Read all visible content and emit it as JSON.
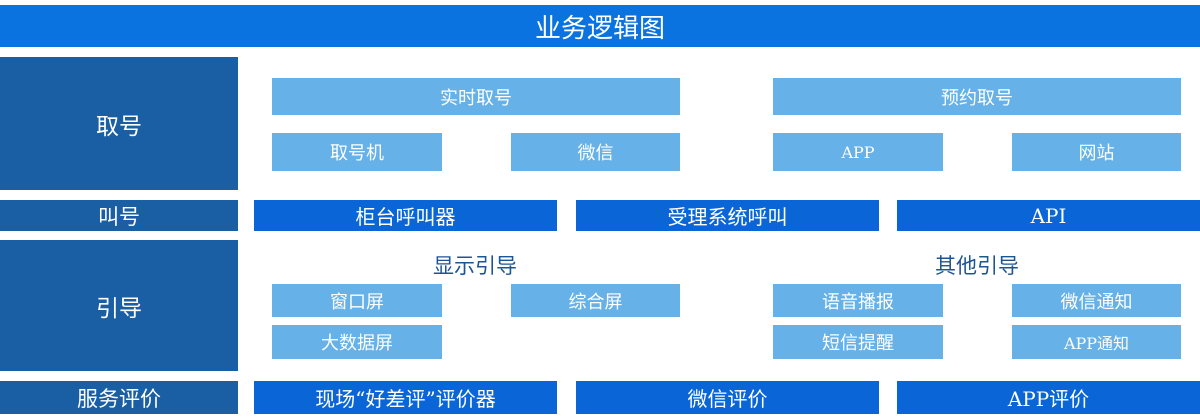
{
  "title": "业务逻辑图",
  "rows": {
    "take_number": {
      "label": "取号",
      "realtime": {
        "title": "实时取号",
        "items": [
          "取号机",
          "微信"
        ]
      },
      "appointment": {
        "title": "预约取号",
        "items": [
          "APP",
          "网站"
        ]
      }
    },
    "call_number": {
      "label": "叫号",
      "items": [
        "柜台呼叫器",
        "受理系统呼叫",
        "API"
      ]
    },
    "guide": {
      "label": "引导",
      "display": {
        "title": "显示引导",
        "items": [
          "窗口屏",
          "综合屏",
          "大数据屏"
        ]
      },
      "other": {
        "title": "其他引导",
        "items": [
          "语音播报",
          "微信通知",
          "短信提醒",
          "APP通知"
        ]
      }
    },
    "evaluation": {
      "label": "服务评价",
      "items": [
        "现场“好差评”评价器",
        "微信评价",
        "APP评价"
      ]
    }
  },
  "colors": {
    "title_bar": "#0a73e0",
    "label_box": "#1a5fa3",
    "light_box": "#65b1e8",
    "blue_box": "#0a66d6",
    "heading_text": "#1d5594"
  }
}
